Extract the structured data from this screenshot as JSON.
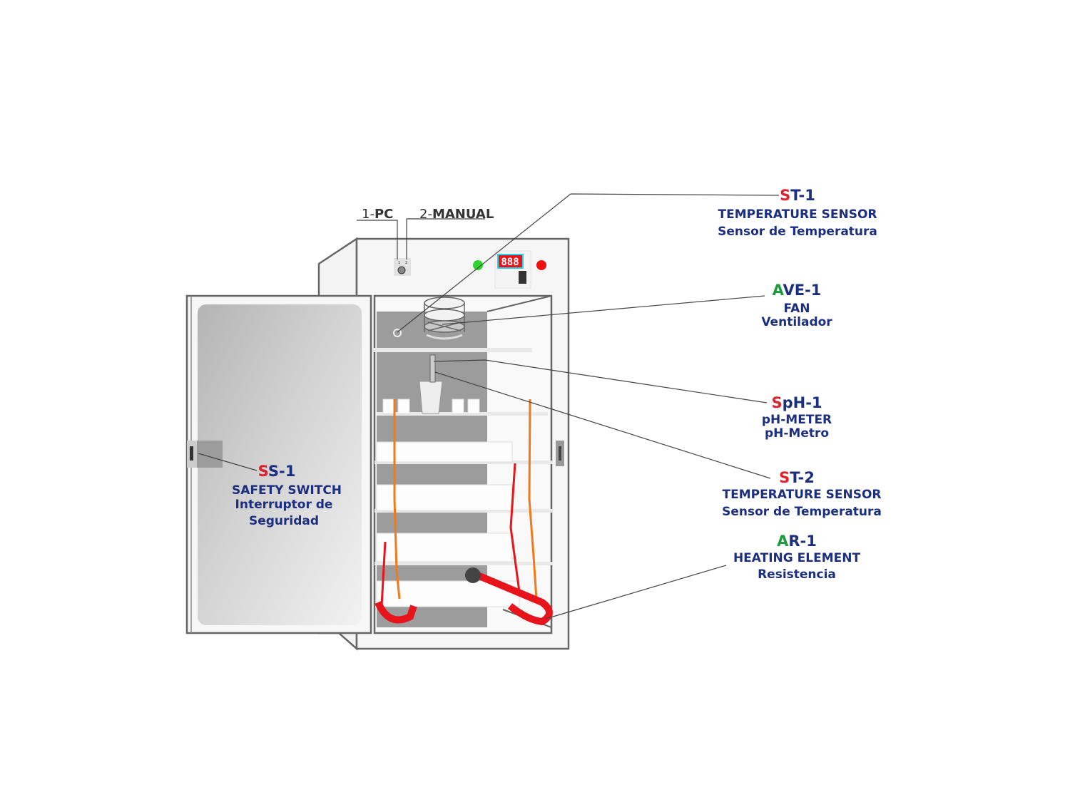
{
  "selector": {
    "option1_num": "1-",
    "option1": "PC",
    "option2_num": "2-",
    "option2": "MANUAL",
    "dial_marks": [
      "1",
      "2"
    ]
  },
  "display": {
    "readout": "888"
  },
  "colors": {
    "label": "#1b2f7e",
    "sensor_prefix": "#e0202a",
    "actuator_prefix": "#1a9a3a",
    "heater": "#e8141c",
    "wire": "#f07a1a"
  },
  "labels": [
    {
      "id": "ST-1",
      "prefix": "S",
      "rest": "T-1",
      "prefix_color": "red",
      "en": "TEMPERATURE SENSOR",
      "es": "Sensor de Temperatura"
    },
    {
      "id": "AVE-1",
      "prefix": "A",
      "rest": "VE-1",
      "prefix_color": "green",
      "en": "FAN",
      "es": "Ventilador"
    },
    {
      "id": "SpH-1",
      "prefix": "S",
      "rest": "pH-1",
      "prefix_color": "red",
      "en": "pH-METER",
      "es": "pH-Metro"
    },
    {
      "id": "ST-2",
      "prefix": "S",
      "rest": "T-2",
      "prefix_color": "red",
      "en": "TEMPERATURE SENSOR",
      "es": "Sensor de Temperatura"
    },
    {
      "id": "AR-1",
      "prefix": "A",
      "rest": "R-1",
      "prefix_color": "green",
      "en": "HEATING ELEMENT",
      "es": "Resistencia"
    },
    {
      "id": "SS-1",
      "prefix": "S",
      "rest": "S-1",
      "prefix_color": "red",
      "en": "SAFETY SWITCH",
      "es": "Interruptor de",
      "es2": "Seguridad"
    }
  ]
}
